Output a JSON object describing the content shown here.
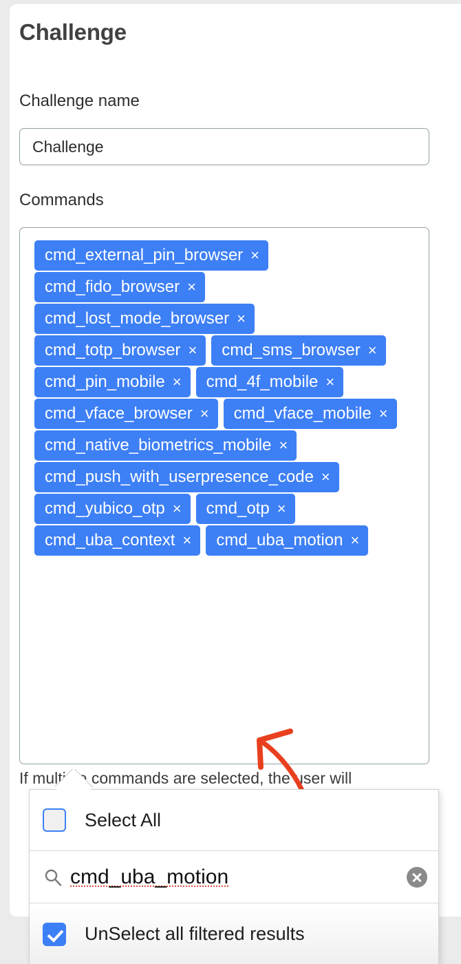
{
  "page": {
    "title": "Challenge",
    "background_color": "#ebebeb",
    "accent_color": "#3d7ff5"
  },
  "form": {
    "name_field": {
      "label": "Challenge name",
      "value": "Challenge",
      "placeholder": "Challenge"
    },
    "commands_field": {
      "label": "Commands",
      "remove_icon": "×",
      "chips": [
        {
          "label": "cmd_external_pin_browser"
        },
        {
          "label": "cmd_fido_browser"
        },
        {
          "label": "cmd_lost_mode_browser"
        },
        {
          "label": "cmd_totp_browser"
        },
        {
          "label": "cmd_sms_browser"
        },
        {
          "label": "cmd_pin_mobile"
        },
        {
          "label": "cmd_4f_mobile"
        },
        {
          "label": "cmd_vface_browser"
        },
        {
          "label": "cmd_vface_mobile"
        },
        {
          "label": "cmd_native_biometrics_mobile"
        },
        {
          "label": "cmd_push_with_userpresence_code"
        },
        {
          "label": "cmd_yubico_otp"
        },
        {
          "label": "cmd_otp"
        },
        {
          "label": "cmd_uba_context"
        },
        {
          "label": "cmd_uba_motion"
        }
      ]
    },
    "helper_text": "If multiple commands are selected, the user will"
  },
  "dropdown": {
    "select_all": {
      "label": "Select All",
      "checked": false
    },
    "search": {
      "value": "cmd_uba_motion",
      "icon": "search-icon",
      "clear_icon": "clear-circle-icon"
    },
    "unselect_all": {
      "label": "UnSelect all filtered results",
      "checked": true
    }
  },
  "annotation": {
    "type": "hand-drawn-arrow",
    "color": "#e8401f",
    "direction": "up-left"
  }
}
